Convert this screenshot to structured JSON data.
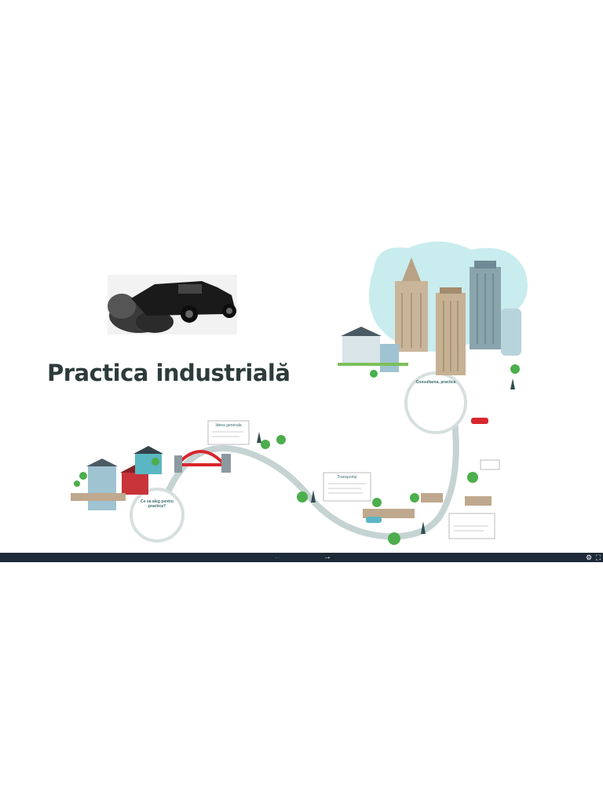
{
  "slide": {
    "title": "Practica industrială",
    "bubble_left_heading": "Ce sa aleg pentru practica?",
    "bubble_right_heading": "Consultarea, practica",
    "label_top_card": "Ideea generala",
    "label_mid_card": "Transportul"
  },
  "toolbar": {
    "prev_glyph": "←",
    "next_glyph": "→",
    "settings_glyph": "⚙",
    "fullscreen_glyph": "⛶"
  },
  "colors": {
    "path": "#c6d3d3",
    "sky": "#c9ecee",
    "bridge": "#d8262d",
    "title": "#2e3b3b",
    "toolbar": "#1e2a38"
  }
}
